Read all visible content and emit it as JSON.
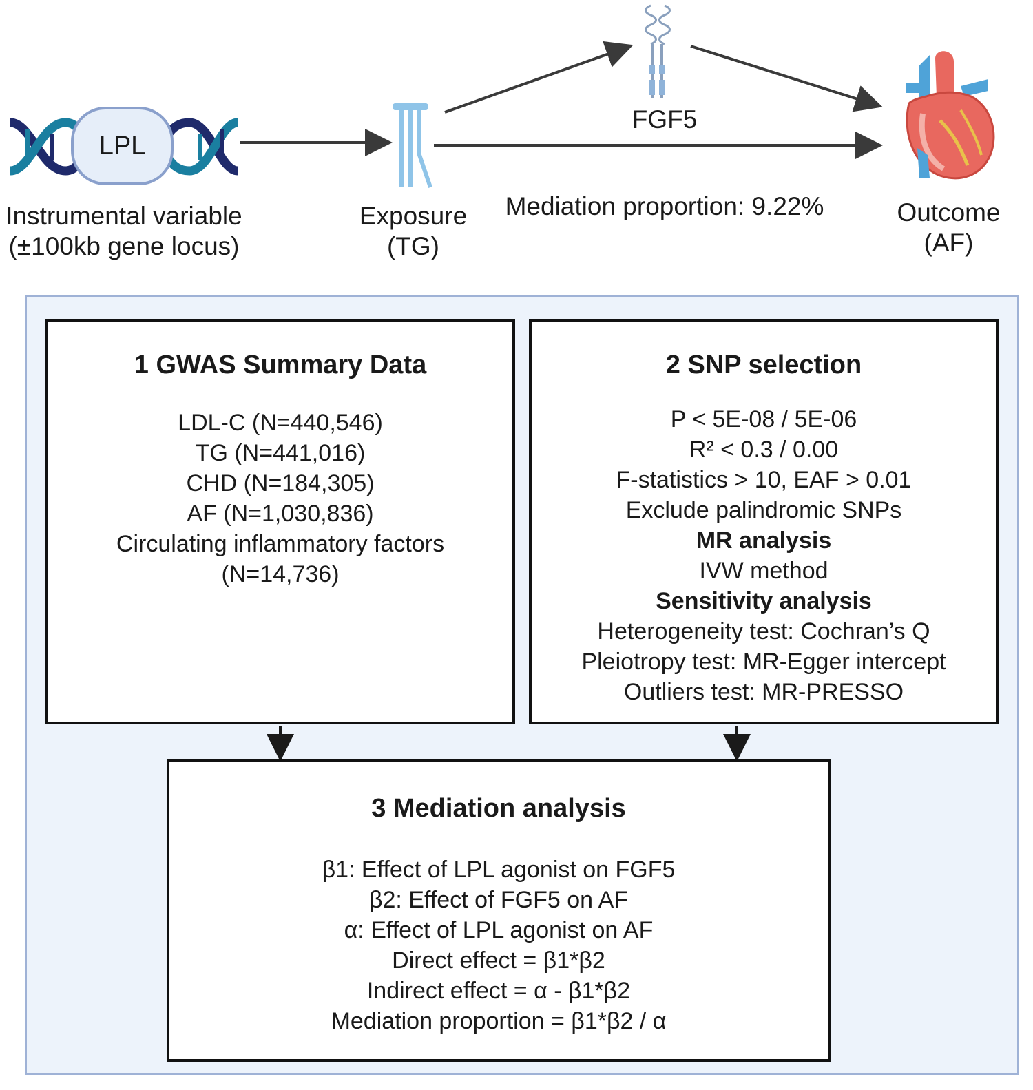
{
  "top": {
    "gene_label": "LPL",
    "instrument": {
      "line1": "Instrumental variable",
      "line2": "(±100kb gene locus)"
    },
    "exposure": {
      "line1": "Exposure",
      "line2": "(TG)"
    },
    "mediator": "FGF5",
    "mediation_text": "Mediation proportion: 9.22%",
    "outcome": {
      "line1": "Outcome",
      "line2": "(AF)"
    }
  },
  "box1": {
    "title": "1  GWAS Summary Data",
    "lines": [
      "LDL-C (N=440,546)",
      "TG (N=441,016)",
      "CHD (N=184,305)",
      "AF (N=1,030,836)",
      "Circulating inflammatory factors",
      "(N=14,736)"
    ]
  },
  "box2": {
    "title": "2  SNP selection",
    "lines": [
      {
        "text": "P < 5E-08 / 5E-06",
        "bold": false
      },
      {
        "text": "R² < 0.3 / 0.00",
        "bold": false
      },
      {
        "text": "F-statistics > 10, EAF > 0.01",
        "bold": false
      },
      {
        "text": "Exclude palindromic SNPs",
        "bold": false
      },
      {
        "text": "MR analysis",
        "bold": true
      },
      {
        "text": "IVW method",
        "bold": false
      },
      {
        "text": "Sensitivity analysis",
        "bold": true
      },
      {
        "text": "Heterogeneity test: Cochran’s Q",
        "bold": false
      },
      {
        "text": "Pleiotropy test: MR-Egger intercept",
        "bold": false
      },
      {
        "text": "Outliers test: MR-PRESSO",
        "bold": false
      }
    ]
  },
  "box3": {
    "title": "3  Mediation analysis",
    "lines": [
      "β1: Effect of LPL agonist on FGF5",
      "β2: Effect of FGF5 on AF",
      "α: Effect of LPL agonist on AF",
      "Direct effect = β1*β2",
      "Indirect effect = α - β1*β2",
      "Mediation proportion =  β1*β2 / α"
    ]
  },
  "colors": {
    "dna_dark": "#1f2a6b",
    "dna_teal": "#1a7fa0",
    "receptor_blue": "#8fc4e8",
    "panel_bg": "#edf3fb",
    "panel_border": "#9fb2d6",
    "arrow": "#3a3a3a",
    "heart_red": "#e8685f",
    "heart_blue": "#4fa3d8"
  }
}
